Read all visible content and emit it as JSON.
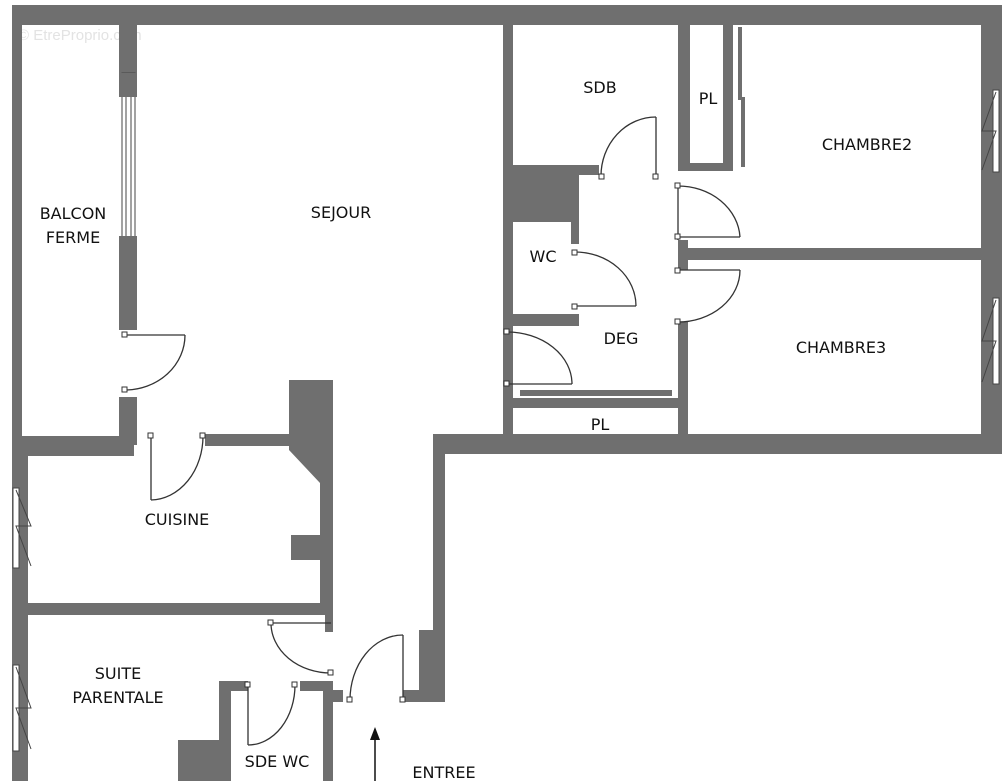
{
  "watermark": "© EtreProprio.com",
  "rooms": {
    "balcon": [
      "BALCON",
      "FERME"
    ],
    "sejour": "SEJOUR",
    "sdb": "SDB",
    "pl_top": "PL",
    "chambre2": "CHAMBRE2",
    "wc": "WC",
    "deg": "DEG",
    "chambre3": "CHAMBRE3",
    "pl_bottom": "PL",
    "cuisine": "CUISINE",
    "suite": [
      "SUITE",
      "PARENTALE"
    ],
    "sde_wc": "SDE WC",
    "entree": "ENTREE"
  },
  "colors": {
    "wall": "#6f6f6f",
    "background": "#ffffff",
    "text": "#111111"
  }
}
